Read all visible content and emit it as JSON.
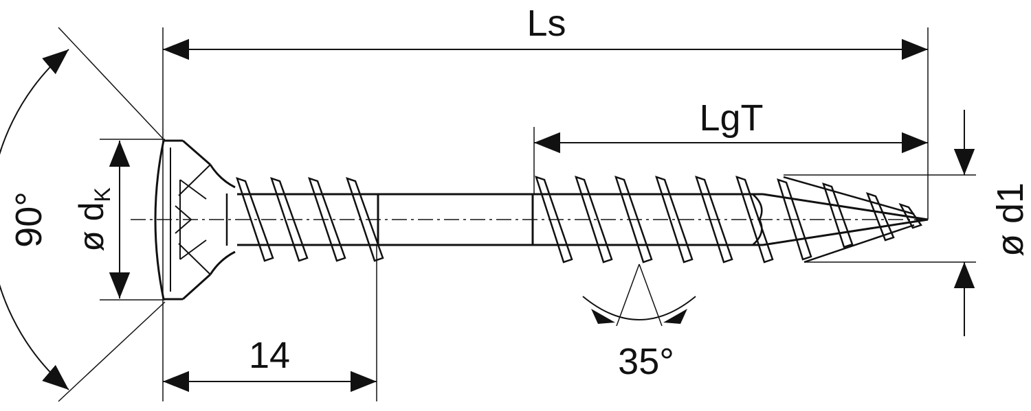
{
  "labels": {
    "overall_length": "Ls",
    "thread_length": "LgT",
    "shank_segment": "14",
    "thread_angle": "35°",
    "head_angle": "90°",
    "head_diameter_prefix": "ø d",
    "head_diameter_subscript": "K",
    "thread_diameter": "ø d1"
  },
  "colors": {
    "line": "#111111",
    "background": "#ffffff"
  }
}
